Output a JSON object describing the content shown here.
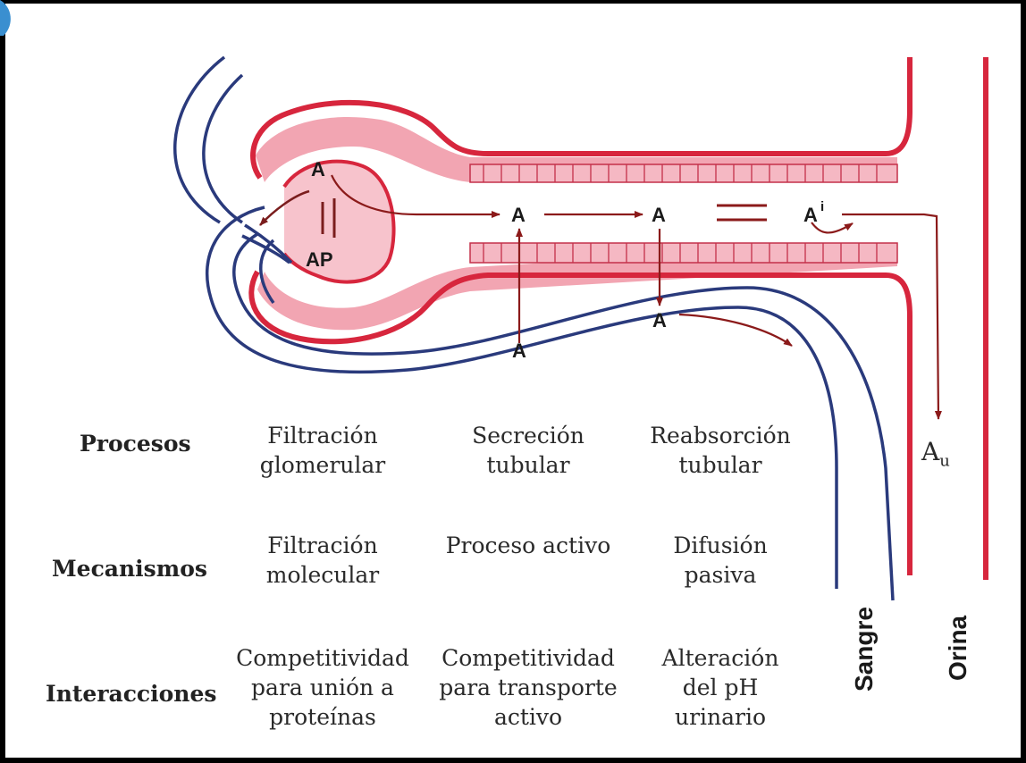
{
  "nodes": {
    "glomerulus_a": "A",
    "glomerulus_ap": "AP",
    "tubule_a1": "A",
    "tubule_a2": "A",
    "tubule_ai": "A",
    "tubule_ai_sup": "i",
    "blood_a1": "A",
    "blood_a2": "A",
    "urine_a": "A",
    "urine_a_sub": "u"
  },
  "vertical_labels": {
    "blood": "Sangre",
    "urine": "Orina"
  },
  "colors": {
    "tubule": "#d7263d",
    "tubule_fill": "#f2a5b2",
    "vessel": "#2a3a7c",
    "arrow": "#8b1a1a"
  },
  "table": {
    "rows": [
      {
        "header": "Procesos",
        "cells": [
          "Filtración\nglomerular",
          "Secreción\ntubular",
          "Reabsorción\ntubular"
        ]
      },
      {
        "header": "Mecanismos",
        "cells": [
          "Filtración\nmolecular",
          "Proceso activo",
          "Difusión\npasiva"
        ]
      },
      {
        "header": "Interacciones",
        "cells": [
          "Competitividad\npara unión a\nproteínas",
          "Competitividad\npara transporte\nactivo",
          "Alteración\ndel pH\nurinario"
        ]
      }
    ]
  }
}
